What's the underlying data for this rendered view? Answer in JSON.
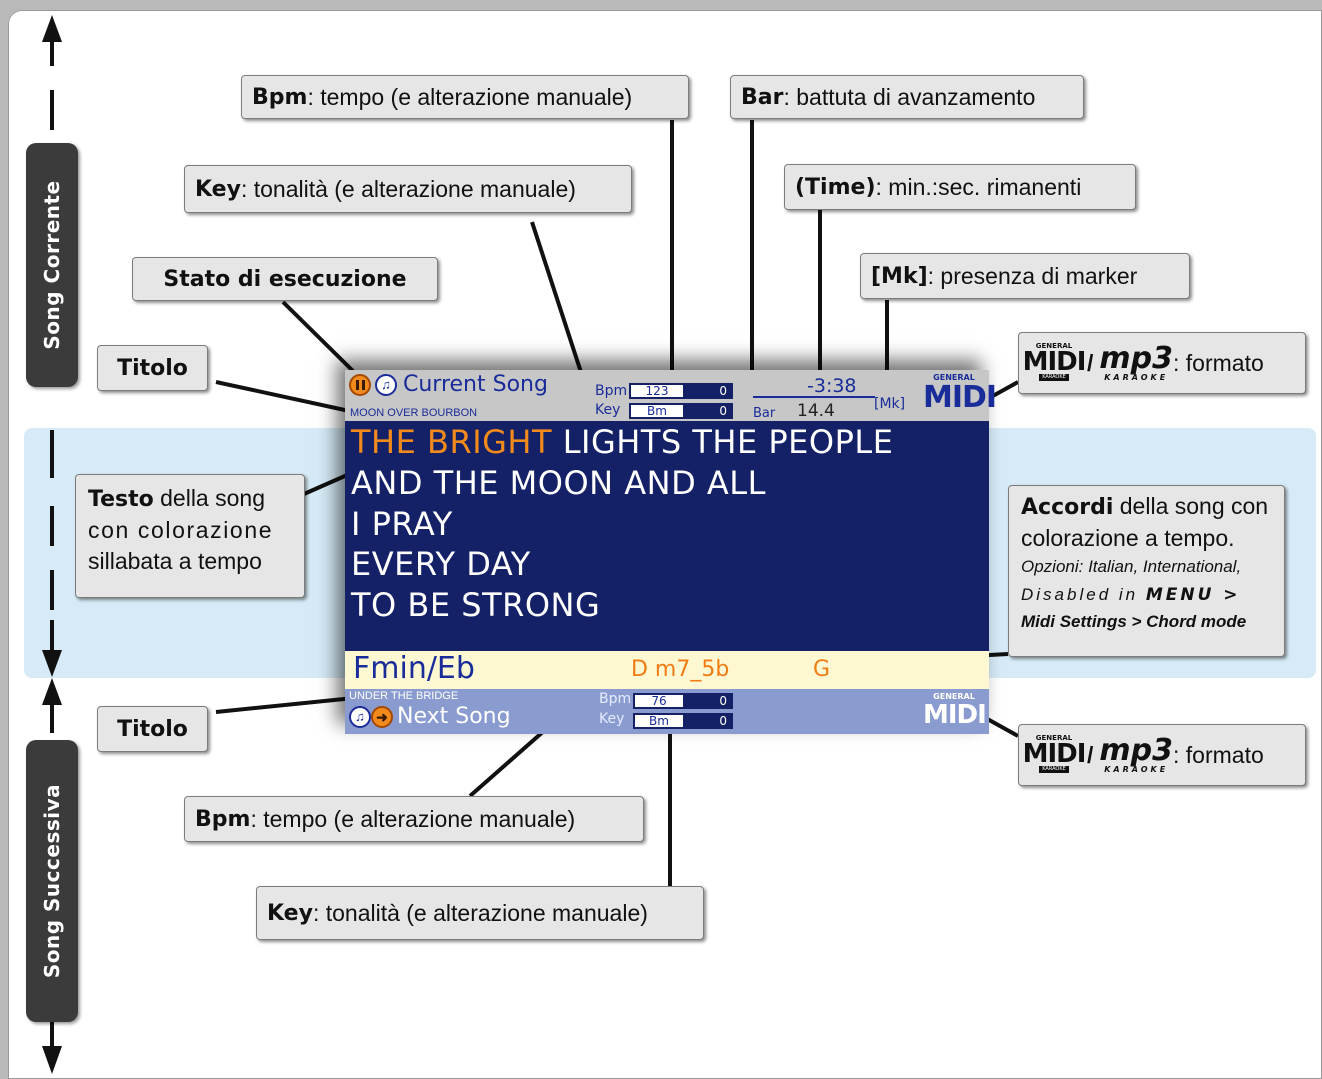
{
  "side": {
    "current_label": "Song Corrente",
    "next_label": "Song Successiva"
  },
  "callouts": {
    "bpm_top": {
      "bold": "Bpm",
      "text": ": tempo  (e alterazione manuale)"
    },
    "bar": {
      "bold": "Bar",
      "text": ": battuta di avanzamento"
    },
    "key_top": {
      "bold": "Key",
      "text": ": tonalità (e alterazione manuale)"
    },
    "time": {
      "bold": "(Time)",
      "text": ": min.:sec. rimanenti"
    },
    "stato": "Stato di esecuzione",
    "mk": {
      "bold": "[Mk]",
      "text": ": presenza di marker"
    },
    "titolo_top": "Titolo",
    "formato_top": {
      "sep": "/",
      "text": ": formato",
      "mp3": "mp3",
      "karaoke": "KARAOKE"
    },
    "testo": {
      "bold": "Testo",
      "text1": " della song",
      "text2": "con colorazione",
      "text3": "sillabata a tempo"
    },
    "accordi": {
      "bold": "Accordi",
      "text1": " della song con",
      "text2": "colorazione a tempo.",
      "opt1": "Opzioni: Italian, International,",
      "opt2a": "Disabled in ",
      "opt2b": "MENU",
      "opt2c": " >",
      "opt3": "Midi Settings > Chord mode"
    },
    "titolo_bottom": "Titolo",
    "formato_bottom": {
      "sep": "/",
      "text": ": formato",
      "mp3": "mp3",
      "karaoke": "KARAOKE"
    },
    "bpm_bottom": {
      "bold": "Bpm",
      "text": ": tempo  (e alterazione manuale)"
    },
    "key_bottom": {
      "bold": "Key",
      "text": ": tonalità (e alterazione manuale)"
    }
  },
  "screen": {
    "current": {
      "heading": "Current Song",
      "title": "MOON OVER BOURBON",
      "bpm_label": "Bpm",
      "bpm_value": "123",
      "bpm_offset": "0",
      "key_label": "Key",
      "key_value": "Bm",
      "key_offset": "0",
      "time": "-3:38",
      "marker": "[Mk]",
      "bar_label": "Bar",
      "bar_value": "14.4",
      "format_logo_top": "GENERAL",
      "format_logo": "MIDI"
    },
    "lyrics": {
      "line1_highlight": "THE BRIGHT",
      "line1_rest": " LIGHTS THE PEOPLE",
      "line2": "AND THE MOON AND ALL",
      "line3": "I PRAY",
      "line4": "EVERY DAY",
      "line5": "TO BE STRONG"
    },
    "chords": {
      "current": "Fmin/Eb",
      "next1": "D m7_5b",
      "next2": "G",
      "current_color": "#1a2c99",
      "next_color": "#f07d14"
    },
    "next": {
      "title": "UNDER THE BRIDGE",
      "heading": "Next Song",
      "bpm_label": "Bpm",
      "bpm_value": "76",
      "bpm_offset": "0",
      "key_label": "Key",
      "key_value": "Bm",
      "key_offset": "0",
      "format_logo_top": "GENERAL",
      "format_logo": "MIDI"
    }
  },
  "colors": {
    "lcd_blue": "#142167",
    "highlight_orange": "#f28a1c",
    "band": "#d6ebf7"
  }
}
